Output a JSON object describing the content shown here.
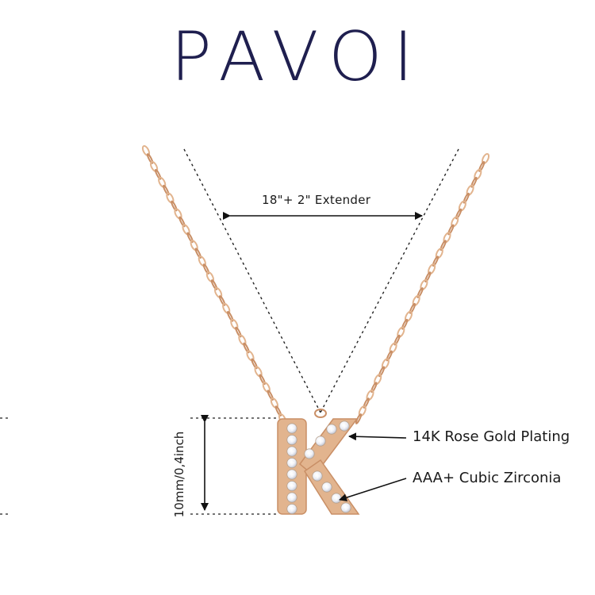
{
  "brand": {
    "logo_text": "PAVOI"
  },
  "annotations": {
    "chain_length": "18\"+ 2\" Extender",
    "pendant_height": "10mm/0,4inch",
    "plating": "14K Rose Gold Plating",
    "stones": "AAA+ Cubic Zirconia"
  },
  "product": {
    "pendant_letter": "K"
  },
  "colors": {
    "brand_navy": "#1f1f4f",
    "rose_gold": "#e2b48e",
    "rose_gold_dark": "#c98f66",
    "stone_white": "#f7f7fb",
    "dimension_line": "#111111"
  }
}
